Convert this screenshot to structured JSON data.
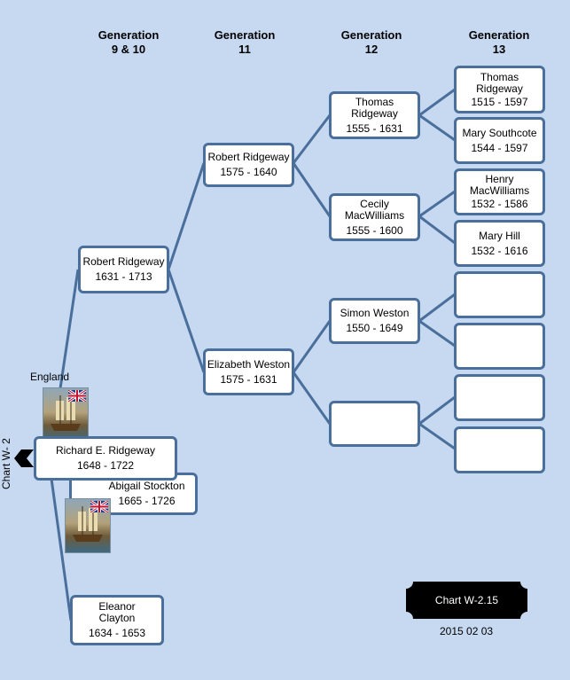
{
  "headers": [
    {
      "line1": "Generation",
      "line2": "9 & 10"
    },
    {
      "line1": "Generation",
      "line2": "11"
    },
    {
      "line1": "Generation",
      "line2": "12"
    },
    {
      "line1": "Generation",
      "line2": "13"
    }
  ],
  "people": {
    "richard": {
      "name": "Richard E. Ridgeway",
      "dates": "1648 - 1722"
    },
    "abigail": {
      "name": "Abigail Stockton",
      "dates": "1665 - 1726"
    },
    "eleanor": {
      "name": "Eleanor Clayton",
      "dates": "1634 - 1653"
    },
    "robert1631": {
      "name": "Robert Ridgeway",
      "dates": "1631 - 1713"
    },
    "robert1575": {
      "name": "Robert Ridgeway",
      "dates": "1575 - 1640"
    },
    "elizabeth": {
      "name": "Elizabeth Weston",
      "dates": "1575 - 1631"
    },
    "thomas1555": {
      "name": "Thomas Ridgeway",
      "dates": "1555 - 1631"
    },
    "cecily": {
      "name": "Cecily MacWilliams",
      "dates": "1555 - 1600"
    },
    "simon": {
      "name": "Simon Weston",
      "dates": "1550 - 1649"
    },
    "thomas1515": {
      "name": "Thomas Ridgeway",
      "dates": "1515 - 1597"
    },
    "mary_southcote": {
      "name": "Mary Southcote",
      "dates": "1544 - 1597"
    },
    "henry": {
      "name": "Henry MacWilliams",
      "dates": "1532 - 1586"
    },
    "mary_hill": {
      "name": "Mary Hill",
      "dates": "1532 - 1616"
    }
  },
  "origin_label": "England",
  "side_label": "Chart W- 2",
  "plaque": {
    "label": "Chart W-2.15",
    "date": "2015 02 03"
  },
  "colors": {
    "background": "#c6d9f1",
    "border": "#4a6f9a",
    "connector": "#4a6f9a",
    "plaque": "#000000"
  },
  "icons": [
    "ship-icon",
    "union-jack-flag-icon",
    "chevron-left-icon"
  ]
}
